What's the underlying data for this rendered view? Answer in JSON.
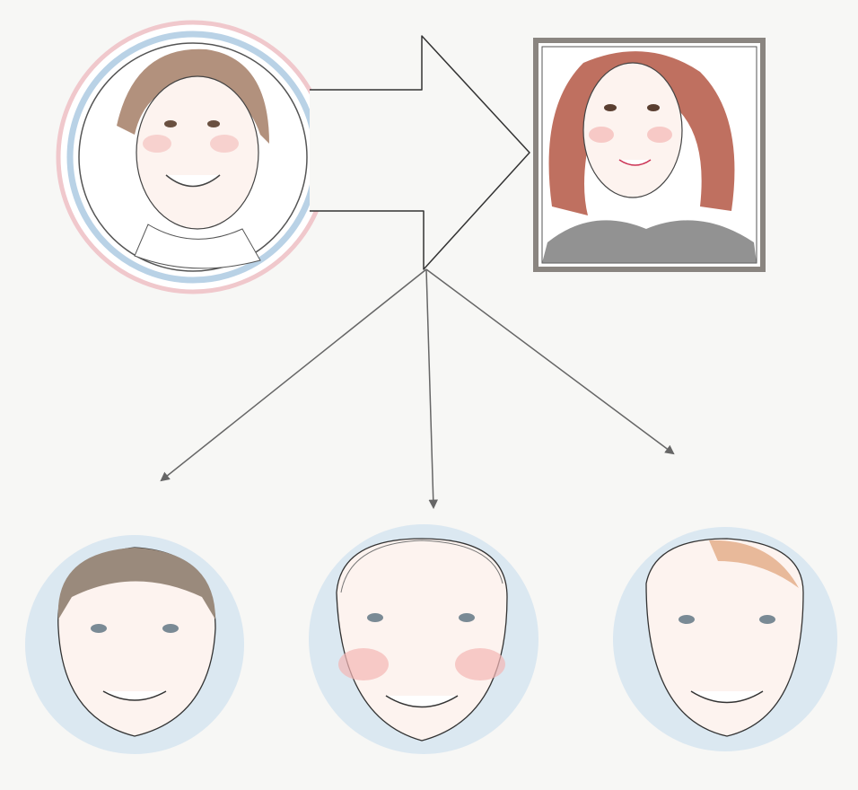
{
  "colors": {
    "background": "#f7f7f5",
    "line": "#3a3a3a",
    "arrow": "#555555",
    "pink_ring": "#f0c8cc",
    "blue_ring": "#b9d2e6",
    "skin": "#fdf3ef",
    "cheek": "#f4b7b5",
    "hair_brown": "#a57e66",
    "hair_red": "#b8614f",
    "hair_gray": "#9a8a7c",
    "hair_blonde": "#e8b99a",
    "frame": "#8a8580"
  },
  "figures": {
    "source": "source-portrait",
    "target": "framed-portrait",
    "outcomes": [
      "outcome-face-1",
      "outcome-face-2",
      "outcome-face-3"
    ]
  }
}
